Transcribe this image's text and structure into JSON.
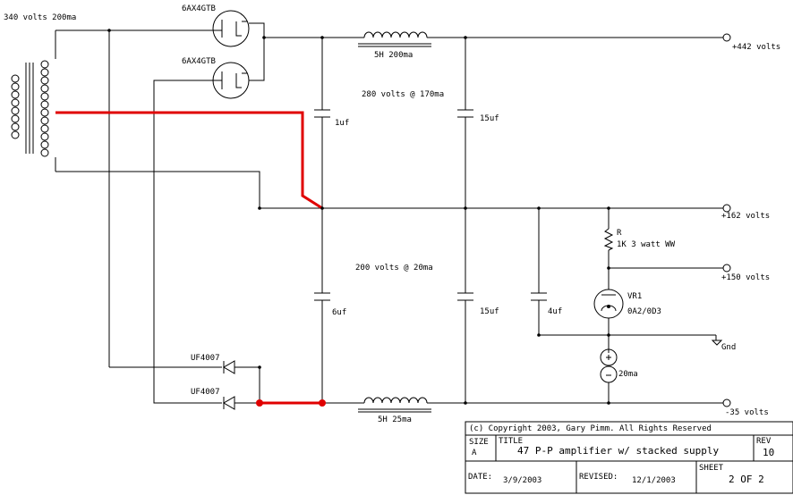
{
  "labels": {
    "transformer": "340 volts 200ma",
    "tube1": "6AX4GTB",
    "tube2": "6AX4GTB",
    "choke_top": "5H 200ma",
    "choke_bottom": "5H 25ma",
    "upper_section": "280 volts @ 170ma",
    "lower_section": "200 volts @ 20ma",
    "cap_upper_left": "1uf",
    "cap_upper_right": "15uf",
    "cap_lower_left": "6uf",
    "cap_lower_mid": "15uf",
    "cap_lower_right": "4uf",
    "resistor_ref": "R",
    "resistor_value": "1K 3 watt WW",
    "vr_ref": "VR1",
    "vr_value": "0A2/0D3",
    "current_source": "20ma",
    "diode1": "UF4007",
    "diode2": "UF4007",
    "terminal_442": "+442 volts",
    "terminal_162": "+162 volts",
    "terminal_150": "+150 volts",
    "terminal_gnd": "Gnd",
    "terminal_neg35": "-35 volts"
  },
  "title_block": {
    "copyright": "(c) Copyright 2003, Gary Pimm. All Rights Reserved",
    "size_label": "SIZE",
    "size_value": "A",
    "title_label": "TITLE",
    "title_value": "47 P-P amplifier w/ stacked supply",
    "rev_label": "REV",
    "rev_value": "10",
    "date_label": "DATE:",
    "date_value": "3/9/2003",
    "revised_label": "REVISED:",
    "revised_value": "12/1/2003",
    "sheet_label": "SHEET",
    "sheet_value": "2 OF 2"
  },
  "colors": {
    "wire": "#000000",
    "highlight": "#e00000",
    "background": "#ffffff"
  }
}
